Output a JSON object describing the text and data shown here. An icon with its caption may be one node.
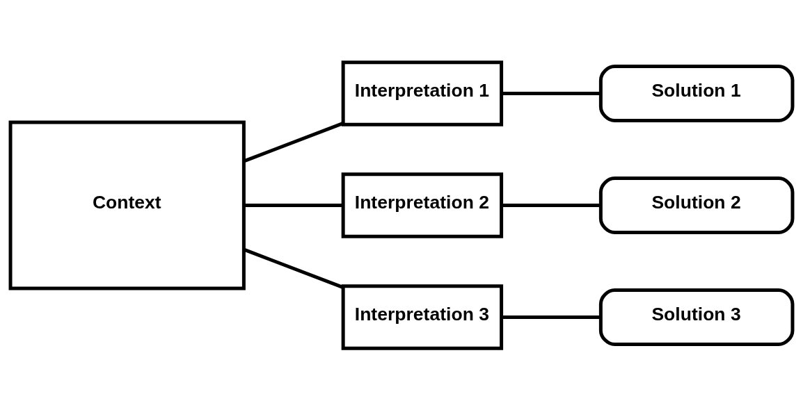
{
  "diagram": {
    "nodes": [
      {
        "text": [
          "Context"
        ]
      },
      {
        "text": [
          "Interpretation 1"
        ]
      },
      {
        "text": [
          "Interpretation 2"
        ]
      },
      {
        "text": [
          "Interpretation 3"
        ]
      },
      {
        "text": [
          "Solution 1"
        ]
      },
      {
        "text": [
          "Solution 2"
        ]
      },
      {
        "text": [
          "Solution 3"
        ]
      }
    ],
    "edges": [
      {
        "from": 0,
        "to": 1,
        "arrow": "none"
      },
      {
        "from": 0,
        "to": 2,
        "arrow": "none"
      },
      {
        "from": 0,
        "to": 3,
        "arrow": "none"
      },
      {
        "from": 1,
        "to": 4,
        "arrow": "none"
      },
      {
        "from": 2,
        "to": 5,
        "arrow": "none"
      },
      {
        "from": 3,
        "to": 6,
        "arrow": "none"
      }
    ]
  }
}
